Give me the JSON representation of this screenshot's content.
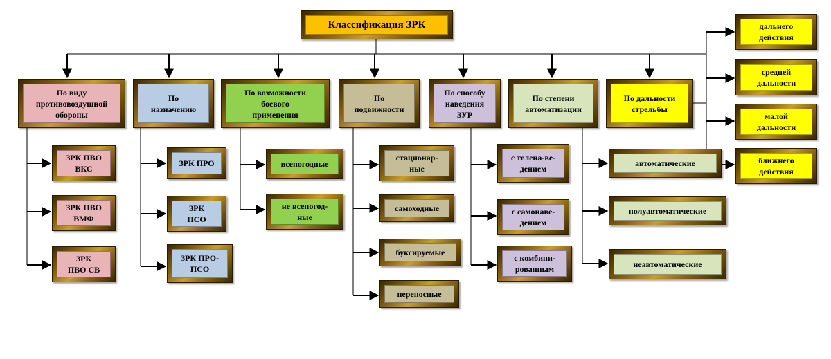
{
  "title": "Классификация ЗРК",
  "colors": {
    "pink": "#e8b4b8",
    "blue": "#b8cce4",
    "green": "#92d050",
    "tan": "#c4bd97",
    "lavender": "#ccc0da",
    "pale_green": "#d8e4bc",
    "yellow": "#ffff00",
    "title_fill": "#ffc000",
    "frame_gold": "#c99e2c",
    "frame_dark": "#3b2700"
  },
  "categories": [
    {
      "label": "По виду\nпротивовоздушной\nобороны",
      "items": [
        "ЗРК ПВО\nВКС",
        "ЗРК ПВО\nВМФ",
        "ЗРК\nПВО СВ"
      ]
    },
    {
      "label": "По\nназначению",
      "items": [
        "ЗРК ПРО",
        "ЗРК\nПСО",
        "ЗРК ПРО-\nПСО"
      ]
    },
    {
      "label": "По возможности\nбоевого\nприменения",
      "items": [
        "всепогодные",
        "не всепогод-\nные"
      ]
    },
    {
      "label": "По\nподвижности",
      "items": [
        "стационар-\nные",
        "самоходные",
        "буксируемые",
        "переносные"
      ]
    },
    {
      "label": "По способу\nнаведения\nЗУР",
      "items": [
        "с телена-ве-\nдением",
        "с самонаве-\nдением",
        "с комбини-\nрованным"
      ]
    },
    {
      "label": "По степени\nавтоматизации",
      "items": [
        "автоматические",
        "полуавтоматические",
        "неавтоматические"
      ]
    },
    {
      "label": "По дальности\nстрельбы",
      "items": [
        "дальнего\nдействия",
        "средней\nдальности",
        "малой\nдальности",
        "ближнего\nдействия"
      ]
    }
  ]
}
